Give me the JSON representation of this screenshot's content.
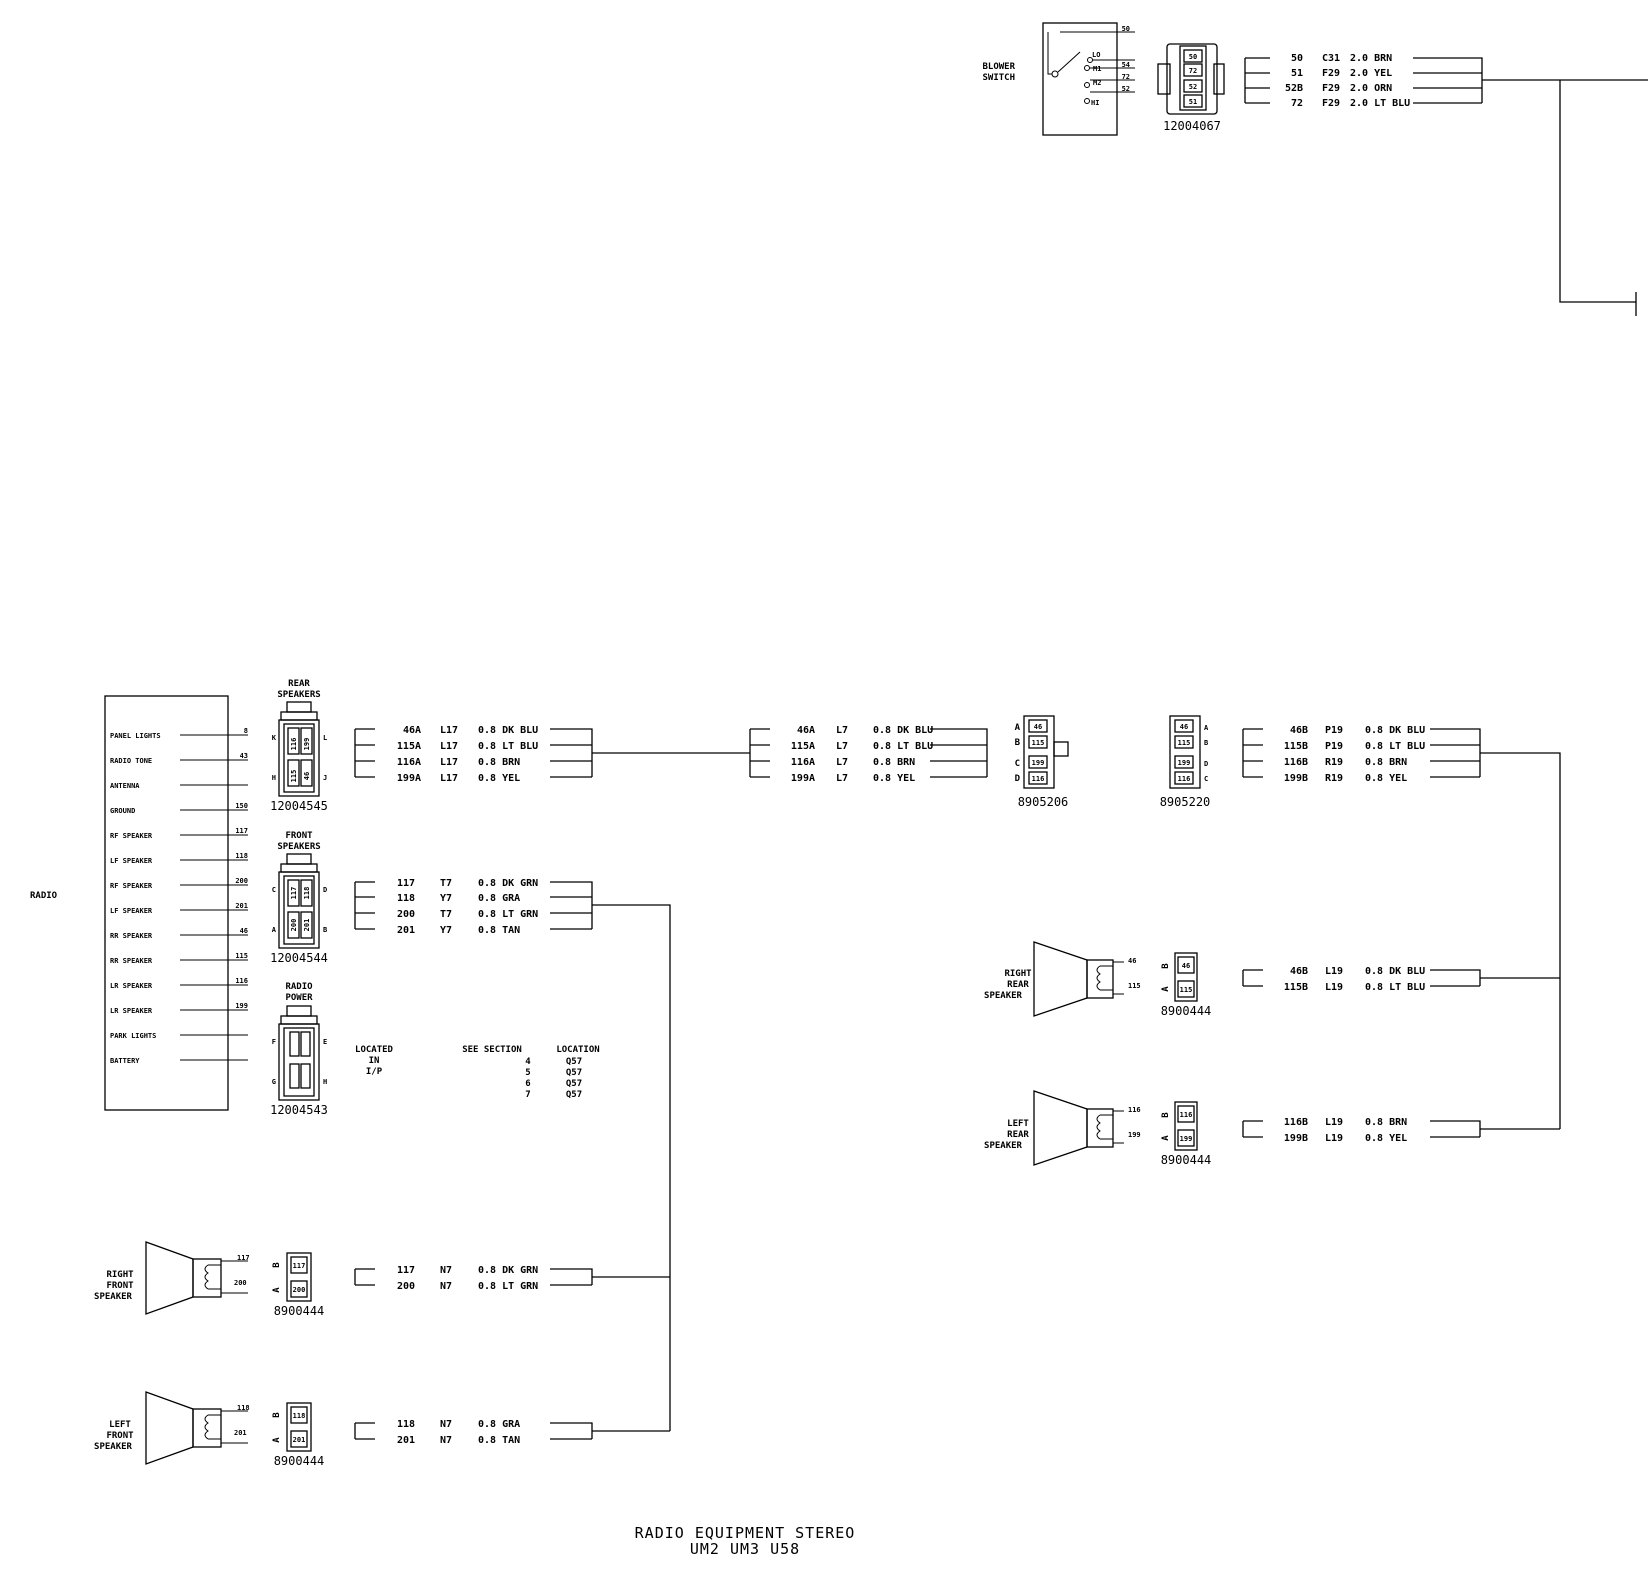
{
  "title": {
    "line1": "RADIO EQUIPMENT STEREO",
    "line2": "UM2 UM3 U58"
  },
  "blower": {
    "label_lines": [
      "BLOWER",
      "SWITCH"
    ],
    "pins": [
      "50",
      "54",
      "72",
      "52"
    ],
    "positions": [
      "LO",
      "M1",
      "M2",
      "HI"
    ],
    "cavities": [
      "50",
      "72",
      "52",
      "51"
    ],
    "connector": "12004067",
    "wires": [
      {
        "circuit": "50",
        "loc": "C31",
        "spec": "2.0 BRN"
      },
      {
        "circuit": "51",
        "loc": "F29",
        "spec": "2.0 YEL"
      },
      {
        "circuit": "52B",
        "loc": "F29",
        "spec": "2.0 ORN"
      },
      {
        "circuit": "72",
        "loc": "F29",
        "spec": "2.0 LT BLU"
      }
    ]
  },
  "radio": {
    "label": "RADIO",
    "terminals": [
      {
        "name": "PANEL LIGHTS",
        "pin": "8"
      },
      {
        "name": "RADIO TONE",
        "pin": "43"
      },
      {
        "name": "ANTENNA",
        "pin": ""
      },
      {
        "name": "GROUND",
        "pin": "150"
      },
      {
        "name": "RF SPEAKER",
        "pin": "117"
      },
      {
        "name": "LF SPEAKER",
        "pin": "118"
      },
      {
        "name": "RF SPEAKER",
        "pin": "200"
      },
      {
        "name": "LF SPEAKER",
        "pin": "201"
      },
      {
        "name": "RR SPEAKER",
        "pin": "46"
      },
      {
        "name": "RR SPEAKER",
        "pin": "115"
      },
      {
        "name": "LR SPEAKER",
        "pin": "116"
      },
      {
        "name": "LR SPEAKER",
        "pin": "199"
      },
      {
        "name": "PARK LIGHTS",
        "pin": ""
      },
      {
        "name": "BATTERY",
        "pin": ""
      }
    ]
  },
  "rear_speakers": {
    "label_lines": [
      "REAR",
      "SPEAKERS"
    ],
    "cavities": [
      "116",
      "199",
      "115",
      "46"
    ],
    "letters": [
      "K",
      "L",
      "H",
      "J"
    ],
    "connector": "12004545",
    "wires": [
      {
        "circuit": "46A",
        "loc": "L17",
        "spec": "0.8 DK BLU"
      },
      {
        "circuit": "115A",
        "loc": "L17",
        "spec": "0.8 LT BLU"
      },
      {
        "circuit": "116A",
        "loc": "L17",
        "spec": "0.8 BRN"
      },
      {
        "circuit": "199A",
        "loc": "L17",
        "spec": "0.8 YEL"
      }
    ]
  },
  "front_speakers": {
    "label_lines": [
      "FRONT",
      "SPEAKERS"
    ],
    "cavities": [
      "117",
      "118",
      "200",
      "201"
    ],
    "letters": [
      "C",
      "D",
      "A",
      "B"
    ],
    "connector": "12004544",
    "wires": [
      {
        "circuit": "117",
        "loc": "T7",
        "spec": "0.8 DK GRN"
      },
      {
        "circuit": "118",
        "loc": "Y7",
        "spec": "0.8 GRA"
      },
      {
        "circuit": "200",
        "loc": "T7",
        "spec": "0.8 LT GRN"
      },
      {
        "circuit": "201",
        "loc": "Y7",
        "spec": "0.8 TAN"
      }
    ]
  },
  "radio_power": {
    "label_lines": [
      "RADIO",
      "POWER"
    ],
    "letters": [
      "F",
      "E",
      "G",
      "H"
    ],
    "connector": "12004543"
  },
  "located": {
    "lines": [
      "LOCATED",
      "IN",
      "I/P"
    ],
    "header_section": "SEE SECTION",
    "header_location": "LOCATION",
    "rows": [
      {
        "section": "4",
        "location": "Q57"
      },
      {
        "section": "5",
        "location": "Q57"
      },
      {
        "section": "6",
        "location": "Q57"
      },
      {
        "section": "7",
        "location": "Q57"
      }
    ]
  },
  "inline_8905206": {
    "wires": [
      {
        "circuit": "46A",
        "loc": "L7",
        "spec": "0.8 DK BLU"
      },
      {
        "circuit": "115A",
        "loc": "L7",
        "spec": "0.8 LT BLU"
      },
      {
        "circuit": "116A",
        "loc": "L7",
        "spec": "0.8 BRN"
      },
      {
        "circuit": "199A",
        "loc": "L7",
        "spec": "0.8 YEL"
      }
    ],
    "letters": [
      "A",
      "B",
      "C",
      "D"
    ],
    "cavities": [
      "46",
      "115",
      "199",
      "116"
    ],
    "connector": "8905206"
  },
  "inline_8905220": {
    "letters": [
      "A",
      "B",
      "D",
      "C"
    ],
    "cavities": [
      "46",
      "115",
      "199",
      "116"
    ],
    "connector": "8905220",
    "wires": [
      {
        "circuit": "46B",
        "loc": "P19",
        "spec": "0.8 DK BLU"
      },
      {
        "circuit": "115B",
        "loc": "P19",
        "spec": "0.8 LT BLU"
      },
      {
        "circuit": "116B",
        "loc": "R19",
        "spec": "0.8 BRN"
      },
      {
        "circuit": "199B",
        "loc": "R19",
        "spec": "0.8 YEL"
      }
    ]
  },
  "right_rear_speaker": {
    "label_lines": [
      "RIGHT",
      "REAR",
      "SPEAKER"
    ],
    "pins": [
      "46",
      "115"
    ],
    "letters": [
      "B",
      "A"
    ],
    "cavities": [
      "46",
      "115"
    ],
    "connector": "8900444",
    "wires": [
      {
        "circuit": "46B",
        "loc": "L19",
        "spec": "0.8 DK BLU"
      },
      {
        "circuit": "115B",
        "loc": "L19",
        "spec": "0.8 LT BLU"
      }
    ]
  },
  "left_rear_speaker": {
    "label_lines": [
      "LEFT",
      "REAR",
      "SPEAKER"
    ],
    "pins": [
      "116",
      "199"
    ],
    "letters": [
      "B",
      "A"
    ],
    "cavities": [
      "116",
      "199"
    ],
    "connector": "8900444",
    "wires": [
      {
        "circuit": "116B",
        "loc": "L19",
        "spec": "0.8 BRN"
      },
      {
        "circuit": "199B",
        "loc": "L19",
        "spec": "0.8 YEL"
      }
    ]
  },
  "right_front_speaker": {
    "label_lines": [
      "RIGHT",
      "FRONT",
      "SPEAKER"
    ],
    "pins": [
      "117",
      "200"
    ],
    "letters": [
      "B",
      "A"
    ],
    "cavities": [
      "117",
      "200"
    ],
    "connector": "8900444",
    "wires": [
      {
        "circuit": "117",
        "loc": "N7",
        "spec": "0.8 DK GRN"
      },
      {
        "circuit": "200",
        "loc": "N7",
        "spec": "0.8 LT GRN"
      }
    ]
  },
  "left_front_speaker": {
    "label_lines": [
      "LEFT",
      "FRONT",
      "SPEAKER"
    ],
    "pins": [
      "118",
      "201"
    ],
    "letters": [
      "B",
      "A"
    ],
    "cavities": [
      "118",
      "201"
    ],
    "connector": "8900444",
    "wires": [
      {
        "circuit": "118",
        "loc": "N7",
        "spec": "0.8 GRA"
      },
      {
        "circuit": "201",
        "loc": "N7",
        "spec": "0.8 TAN"
      }
    ]
  }
}
